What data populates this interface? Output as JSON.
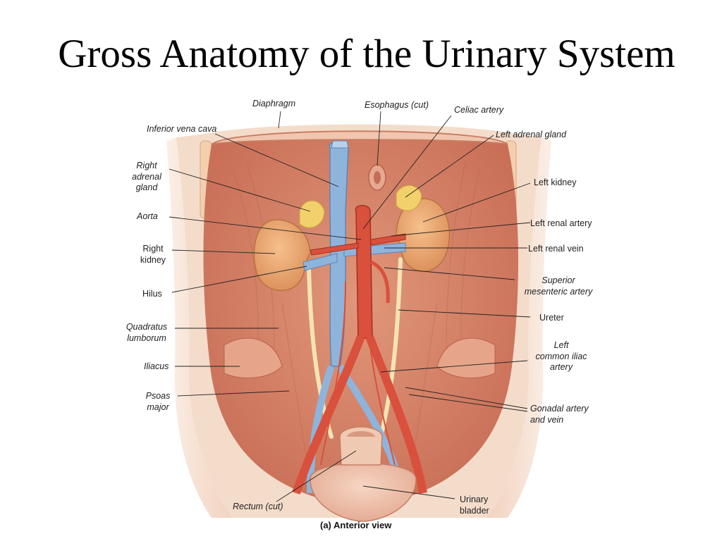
{
  "title": "Gross Anatomy of the Urinary System",
  "caption": {
    "prefix": "(a)",
    "text": "Anterior view"
  },
  "labels": {
    "diaphragm": "Diaphragm",
    "esophagus": "Esophagus (cut)",
    "celiac_artery": "Celiac artery",
    "inferior_vena_cava": "Inferior vena cava",
    "left_adrenal_gland": "Left adrenal gland",
    "right_adrenal_1": "Right",
    "right_adrenal_2": "adrenal",
    "right_adrenal_3": "gland",
    "left_kidney": "Left kidney",
    "aorta": "Aorta",
    "left_renal_artery": "Left renal artery",
    "right_kidney_1": "Right",
    "right_kidney_2": "kidney",
    "left_renal_vein": "Left renal vein",
    "hilus": "Hilus",
    "superior_mesenteric_1": "Superior",
    "superior_mesenteric_2": "mesenteric artery",
    "ureter": "Ureter",
    "quadratus_1": "Quadratus",
    "quadratus_2": "lumborum",
    "left_iliac_1": "Left",
    "left_iliac_2": "common iliac",
    "left_iliac_3": "artery",
    "iliacus": "Iliacus",
    "psoas_1": "Psoas",
    "psoas_2": "major",
    "gonadal_1": "Gonadal artery",
    "gonadal_2": "and vein",
    "rectum": "Rectum (cut)",
    "bladder_1": "Urinary",
    "bladder_2": "bladder"
  },
  "colors": {
    "muscle": "#d8876a",
    "kidney": "#e9a46a",
    "artery": "#d9503c",
    "vein": "#8fb4dc",
    "adrenal": "#f2d06b",
    "ureter": "#f3e3b5"
  }
}
